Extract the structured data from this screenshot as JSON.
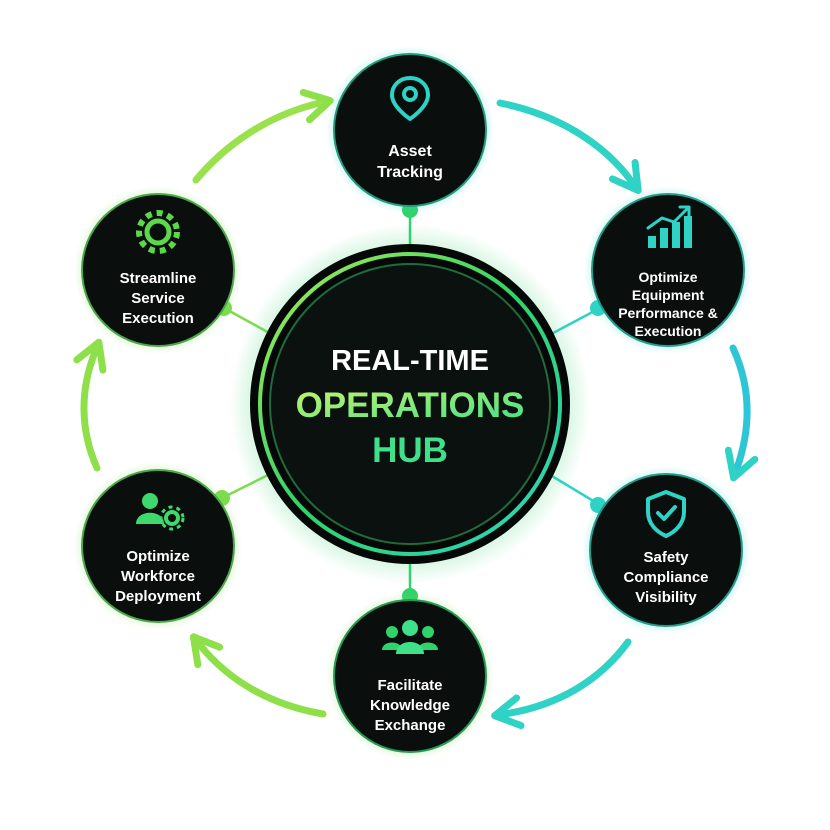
{
  "hub": {
    "line1": "REAL-TIME",
    "line2": "OPERATIONS",
    "line3": "HUB"
  },
  "nodes": [
    {
      "id": "asset-tracking",
      "icon": "location-pin-icon",
      "lines": [
        "Asset",
        "Tracking"
      ]
    },
    {
      "id": "optimize-equipment",
      "icon": "bar-chart-trend-icon",
      "lines": [
        "Optimize",
        "Equipment",
        "Performance &",
        "Execution"
      ]
    },
    {
      "id": "safety-compliance",
      "icon": "shield-check-icon",
      "lines": [
        "Safety",
        "Compliance",
        "Visibility"
      ]
    },
    {
      "id": "facilitate-knowledge",
      "icon": "group-people-icon",
      "lines": [
        "Facilitate",
        "Knowledge",
        "Exchange"
      ]
    },
    {
      "id": "optimize-workforce",
      "icon": "person-gear-icon",
      "lines": [
        "Optimize",
        "Workforce",
        "Deployment"
      ]
    },
    {
      "id": "streamline-service",
      "icon": "gear-icon",
      "lines": [
        "Streamline",
        "Service",
        "Execution"
      ]
    }
  ],
  "colors": {
    "node_fill": "#0a0f0d",
    "hub_fill": "#0b110e",
    "teal": "#2ed3c6",
    "green": "#2fd36a",
    "lime": "#8ee04a",
    "hub_title_gradient_start": "#bff26a",
    "hub_title_gradient_end": "#3fe08a"
  }
}
